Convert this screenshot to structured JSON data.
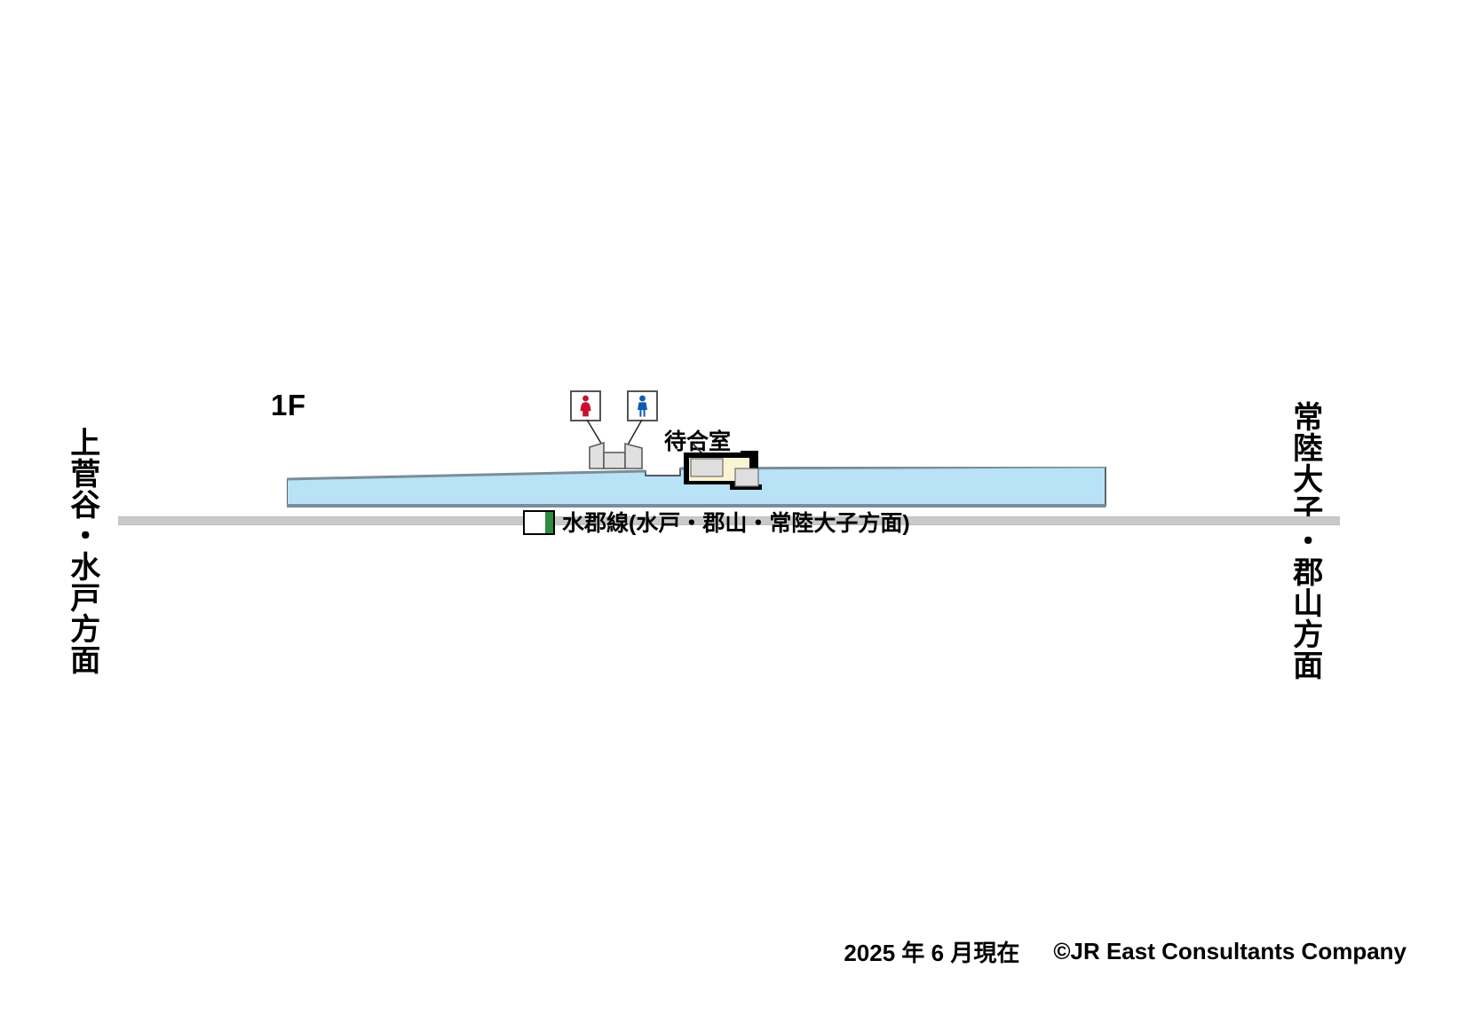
{
  "diagram": {
    "floor_label": "1F",
    "direction_left": "上菅谷・水戸方面",
    "direction_right": "常陸大子・郡山方面",
    "line_name": "水郡線(水戸・郡山・常陸大子方面)",
    "waiting_room_label": "待合室",
    "icons": {
      "female_toilet": "female-toilet-icon",
      "male_toilet": "male-toilet-icon"
    },
    "colors": {
      "platform_fill": "#b9e2f7",
      "platform_edge": "#7a8d99",
      "track_line": "#c9c9c9",
      "female_icon": "#c8102e",
      "male_icon": "#1059b0",
      "waiting_room_fill": "#faf4d4",
      "waiting_room_room": "#dedede",
      "waiting_room_wall": "#000000",
      "toilet_building_fill": "#e0e0e0",
      "platform_marker_green": "#2e8b41"
    }
  },
  "footer": {
    "date_text": "2025 年 6 月現在",
    "copyright": "©JR East Consultants Company"
  }
}
